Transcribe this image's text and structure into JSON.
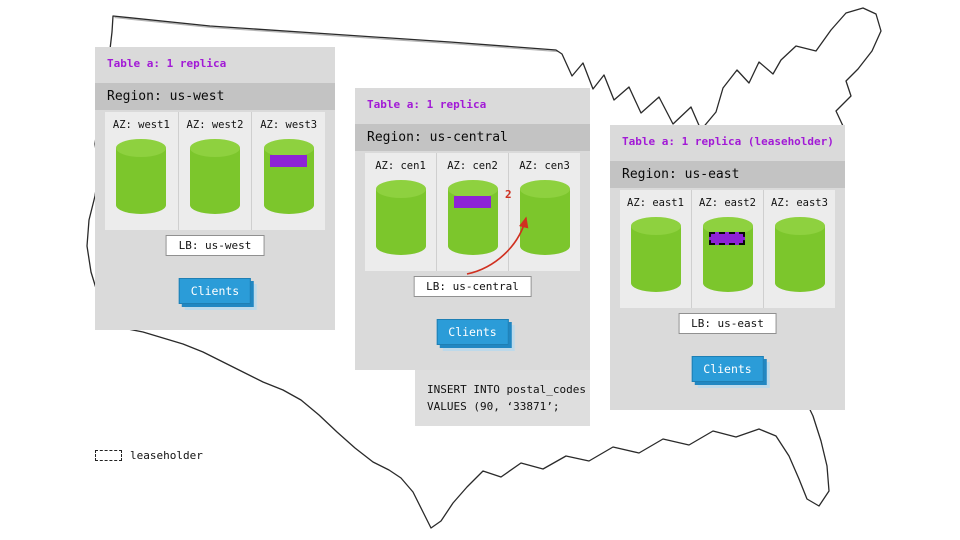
{
  "regions": [
    {
      "id": "us-west",
      "table_label": "Table a: 1 replica",
      "region_label": "Region: us-west",
      "azs": [
        {
          "label": "AZ: west1",
          "replica": false,
          "leaseholder": false
        },
        {
          "label": "AZ: west2",
          "replica": false,
          "leaseholder": false
        },
        {
          "label": "AZ: west3",
          "replica": true,
          "leaseholder": false
        }
      ],
      "lb_label": "LB: us-west",
      "clients_label": "Clients"
    },
    {
      "id": "us-central",
      "table_label": "Table a: 1 replica",
      "region_label": "Region: us-central",
      "azs": [
        {
          "label": "AZ: cen1",
          "replica": false,
          "leaseholder": false
        },
        {
          "label": "AZ: cen2",
          "replica": true,
          "leaseholder": false
        },
        {
          "label": "AZ: cen3",
          "replica": false,
          "leaseholder": false
        }
      ],
      "lb_label": "LB: us-central",
      "clients_label": "Clients"
    },
    {
      "id": "us-east",
      "table_label": "Table a: 1 replica (leaseholder)",
      "region_label": "Region: us-east",
      "azs": [
        {
          "label": "AZ: east1",
          "replica": false,
          "leaseholder": false
        },
        {
          "label": "AZ: east2",
          "replica": true,
          "leaseholder": true
        },
        {
          "label": "AZ: east3",
          "replica": false,
          "leaseholder": false
        }
      ],
      "lb_label": "LB: us-east",
      "clients_label": "Clients"
    }
  ],
  "annotation": {
    "step_number": "2"
  },
  "sql_note": {
    "lines": [
      "INSERT INTO postal_codes",
      "VALUES (90, ‘33871’;"
    ]
  },
  "legend": {
    "label": "leaseholder"
  },
  "colors": {
    "title_purple": "#a21ad6",
    "replica_purple": "#8d23d6",
    "cylinder_green": "#7cc62c",
    "clients_blue": "#2b9cd8",
    "arrow_red": "#d03020",
    "panel_gray": "#dadada",
    "region_bar_gray": "#c3c3c3"
  }
}
